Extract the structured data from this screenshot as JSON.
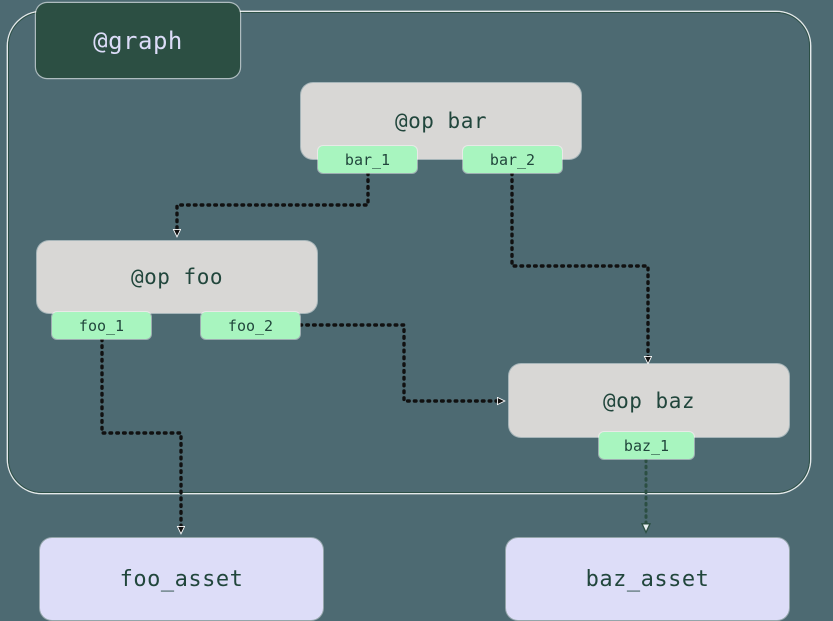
{
  "diagram": {
    "kind": "dagster-graph",
    "background_color": "#4d6a72",
    "container": {
      "label": "@graph",
      "label_bg_color": "#2c4f43",
      "label_text_color": "#dcdcf8",
      "border_color": "#2c4f45"
    },
    "op_nodes": [
      {
        "id": "bar",
        "title": "@op bar",
        "bg_color": "#d8d7d5",
        "text_color": "#21463c",
        "ports": [
          {
            "id": "bar_1",
            "label": "bar_1"
          },
          {
            "id": "bar_2",
            "label": "bar_2"
          }
        ]
      },
      {
        "id": "foo",
        "title": "@op foo",
        "bg_color": "#d8d7d5",
        "text_color": "#21463c",
        "ports": [
          {
            "id": "foo_1",
            "label": "foo_1"
          },
          {
            "id": "foo_2",
            "label": "foo_2"
          }
        ]
      },
      {
        "id": "baz",
        "title": "@op baz",
        "bg_color": "#d8d7d5",
        "text_color": "#21463c",
        "ports": [
          {
            "id": "baz_1",
            "label": "baz_1"
          }
        ]
      }
    ],
    "asset_nodes": [
      {
        "id": "foo_asset",
        "label": "foo_asset",
        "bg_color": "#ddddf8",
        "text_color": "#21463c"
      },
      {
        "id": "baz_asset",
        "label": "baz_asset",
        "bg_color": "#ddddf8",
        "text_color": "#21463c"
      }
    ],
    "edges": [
      {
        "id": "bar_1-to-foo",
        "from": "bar_1",
        "to": "foo",
        "style": "dotted",
        "color": "#111111",
        "arrow": "filled"
      },
      {
        "id": "bar_2-to-baz",
        "from": "bar_2",
        "to": "baz",
        "style": "dotted",
        "color": "#111111",
        "arrow": "filled"
      },
      {
        "id": "foo_2-to-baz",
        "from": "foo_2",
        "to": "baz",
        "style": "dotted",
        "color": "#111111",
        "arrow": "filled"
      },
      {
        "id": "foo_1-to-foo_asset",
        "from": "foo_1",
        "to": "foo_asset",
        "style": "dotted",
        "color": "#111111",
        "arrow": "filled"
      },
      {
        "id": "baz_1-to-baz_asset",
        "from": "baz_1",
        "to": "baz_asset",
        "style": "dotted",
        "color": "#2c4f43",
        "arrow": "hollow"
      }
    ]
  }
}
